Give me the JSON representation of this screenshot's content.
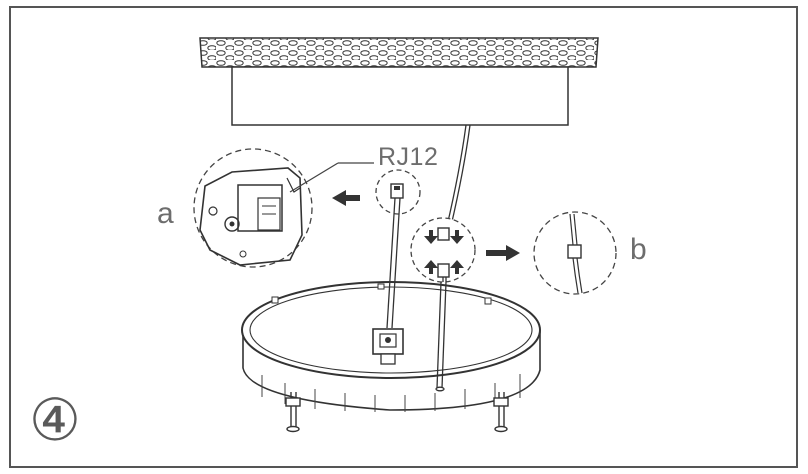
{
  "labels": {
    "connector": "RJ12",
    "detail_a": "a",
    "detail_b": "b",
    "step": "④"
  },
  "colors": {
    "line": "#3a3a3a",
    "label": "#6d6d6d",
    "frame": "#555555"
  },
  "icons": [
    "arrow-left-icon",
    "arrow-right-icon",
    "arrow-down-icon",
    "arrow-up-icon"
  ]
}
